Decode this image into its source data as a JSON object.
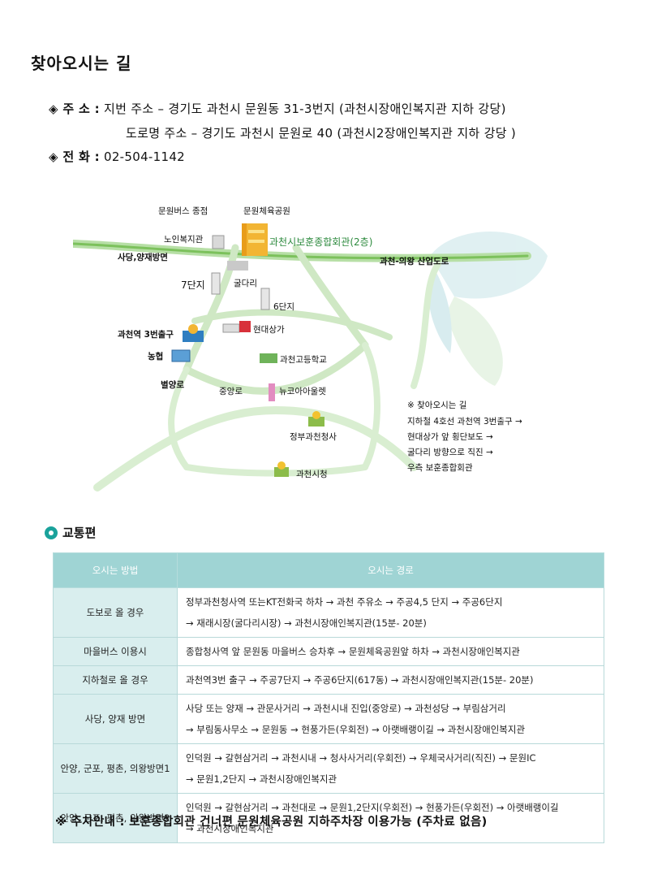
{
  "title": "찾아오시는 길",
  "info": {
    "address_label": "◈ 주  소 :",
    "address_line1": "지번 주소 – 경기도 과천시 문원동 31-3번지 (과천시장애인복지관 지하 강당)",
    "address_line2": "도로명 주소 – 경기도 과천시 문원로 40 (과천시2장애인복지관 지하 강당 )",
    "phone_label": "◈ 전  화 :",
    "phone": "02-504-1142"
  },
  "map": {
    "labels": {
      "bus_terminal": "문원버스 종점",
      "sports_park": "문원체육공원",
      "senior_center": "노인복지관",
      "main_building": "과천시보훈종합회관(2층)",
      "sadang": "사당,양재방면",
      "expressway": "과천-의왕 산업도로",
      "complex7": "7단지",
      "guldari": "굴다리",
      "complex6": "6단지",
      "station_exit": "과천역 3번출구",
      "hyundai": "현대상가",
      "nonghyup": "농협",
      "highschool": "과천고등학교",
      "byeolyang": "별양로",
      "jungang": "중앙로",
      "newcore": "뉴코아아울렛",
      "gov_complex": "정부과천청사",
      "city_hall": "과천시청"
    },
    "directions": [
      "※ 찾아오시는 길",
      "지하철 4호선 과천역 3번출구 →",
      "현대상가 앞 횡단보도 →",
      "굴다리 방향으로 직진 →",
      "우측 보훈종합회관"
    ]
  },
  "transport": {
    "heading": "교통편",
    "headers": [
      "오시는 방법",
      "오시는 경로"
    ],
    "rows": [
      {
        "method": "도보로 올 경우",
        "route": [
          "정부과천청사역 또는KT전화국 하차 → 과천 주유소 → 주공4,5 단지 → 주공6단지",
          "→ 재래시장(굴다리시장) → 과천시장애인복지관(15분- 20분)"
        ]
      },
      {
        "method": "마을버스 이용시",
        "route": [
          "종합청사역 앞 문원동 마을버스 승차후 → 문원체육공원앞 하차 → 과천시장애인복지관"
        ]
      },
      {
        "method": "지하철로 올 경우",
        "route": [
          "과천역3번 출구 → 주공7단지 → 주공6단지(617동) → 과천시장애인복지관(15분- 20분)"
        ]
      },
      {
        "method": "사당, 양재 방면",
        "route": [
          "사당 또는 양재 → 관문사거리 → 과천시내 진입(중앙로) → 과천성당 → 부림삼거리",
          "→ 부림동사무소 → 문원동 → 현풍가든(우회전) → 아랫배랭이길 → 과천시장애인복지관"
        ]
      },
      {
        "method": "안양, 군포, 평촌, 의왕방면1",
        "route": [
          "인덕원 → 갈현삼거리 → 과천시내 → 청사사거리(우회전) → 우체국사거리(직진) → 문원IC",
          "→ 문원1,2단지 → 과천시장애인복지관"
        ]
      },
      {
        "method": "안양, 군포, 평촌, 의왕방면2",
        "route": [
          "인덕원 → 갈현삼거리 → 과천대로 → 문원1,2단지(우회전) → 현풍가든(우회전) → 아랫배랭이길",
          "→ 과천시장애인복지관"
        ]
      }
    ]
  },
  "footer": "※ 주차안내 : 보훈종합회관 건너편 문원체육공원 지하주차장 이용가능 (주차료 없음)",
  "colors": {
    "road": "#cfe8c4",
    "road_main": "#7cc15c",
    "table_header": "#9fd4d4",
    "table_method": "#d9eeee",
    "accent": "#1aa29b"
  }
}
